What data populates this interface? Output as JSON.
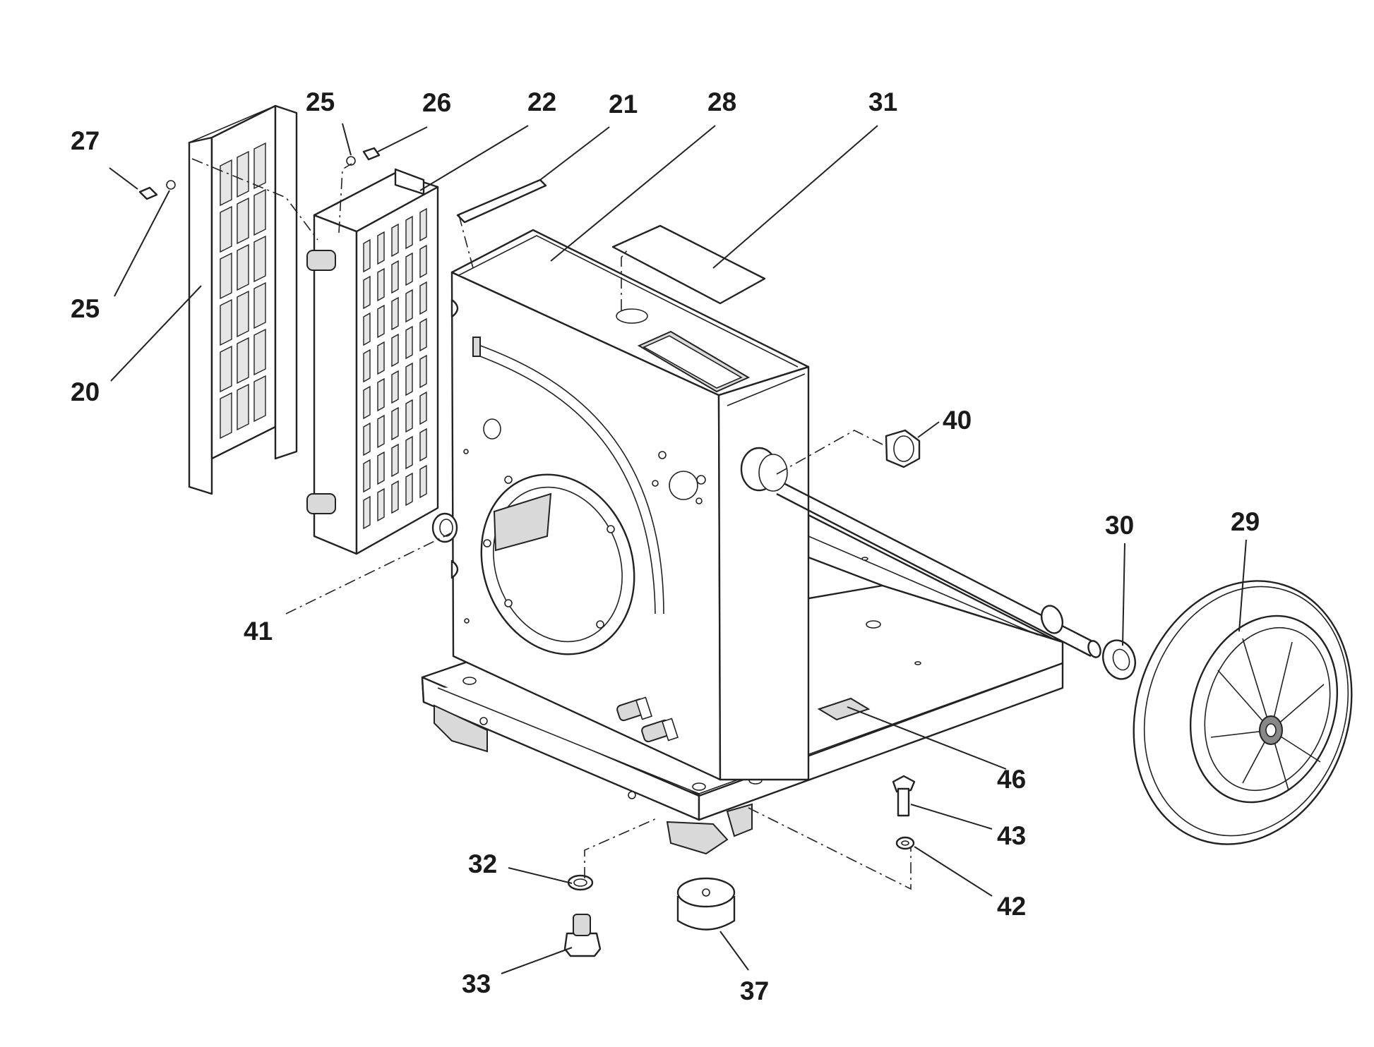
{
  "callouts": [
    {
      "id": "c27",
      "label": "27"
    },
    {
      "id": "c25a",
      "label": "25"
    },
    {
      "id": "c26",
      "label": "26"
    },
    {
      "id": "c22",
      "label": "22"
    },
    {
      "id": "c21",
      "label": "21"
    },
    {
      "id": "c28",
      "label": "28"
    },
    {
      "id": "c31",
      "label": "31"
    },
    {
      "id": "c25b",
      "label": "25"
    },
    {
      "id": "c20",
      "label": "20"
    },
    {
      "id": "c40",
      "label": "40"
    },
    {
      "id": "c30",
      "label": "30"
    },
    {
      "id": "c29",
      "label": "29"
    },
    {
      "id": "c41",
      "label": "41"
    },
    {
      "id": "c46",
      "label": "46"
    },
    {
      "id": "c43",
      "label": "43"
    },
    {
      "id": "c32",
      "label": "32"
    },
    {
      "id": "c42",
      "label": "42"
    },
    {
      "id": "c33",
      "label": "33"
    },
    {
      "id": "c37",
      "label": "37"
    }
  ]
}
